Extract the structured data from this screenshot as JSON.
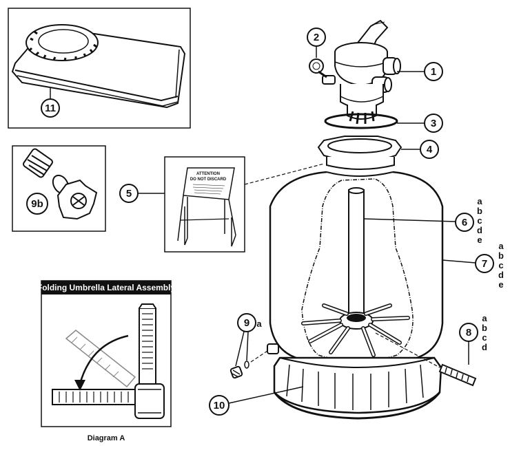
{
  "callouts": {
    "n1": "1",
    "n2": "2",
    "n3": "3",
    "n4": "4",
    "n5": "5",
    "n6": "6",
    "n7": "7",
    "n8": "8",
    "n9": "9",
    "n10": "10",
    "n11": "11",
    "n9b": "9b"
  },
  "variant_letters": {
    "item6": [
      "a",
      "b",
      "c",
      "d",
      "e"
    ],
    "item7": [
      "a",
      "b",
      "c",
      "d",
      "e"
    ],
    "item8": [
      "a",
      "b",
      "c",
      "d"
    ],
    "item9": "a"
  },
  "sign": {
    "line1": "ATTENTION",
    "line2": "DO NOT DISCARD"
  },
  "inset_a": {
    "title": "Folding Umbrella Lateral Assembly",
    "caption": "Diagram A"
  }
}
